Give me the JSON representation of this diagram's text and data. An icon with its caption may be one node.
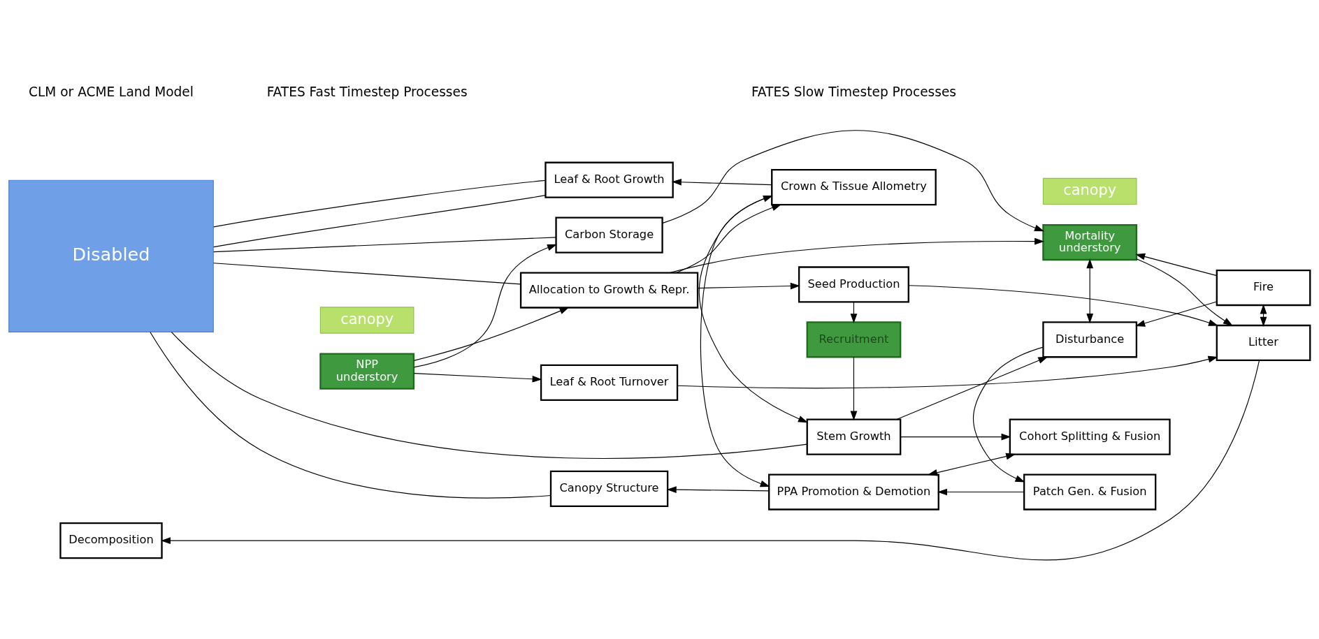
{
  "diagram": {
    "nodes": [
      {
        "text": [
          "Disabled"
        ]
      },
      {
        "text": [
          "Canopy Structure"
        ]
      },
      {
        "text": [
          "Leaf & Root Growth"
        ]
      },
      {
        "text": [
          "Allocation to Growth & Repr."
        ]
      },
      {
        "text": [
          "canopy"
        ]
      },
      {
        "text": [
          "NPP",
          "understory"
        ]
      },
      {
        "text": [
          "Leaf & Root Turnover"
        ]
      },
      {
        "text": [
          "Carbon Storage"
        ]
      },
      {
        "text": [
          "PPA Promotion & Demotion"
        ]
      },
      {
        "text": [
          "Crown & Tissue Allometry"
        ]
      },
      {
        "text": [
          "Stem Growth"
        ]
      },
      {
        "text": [
          "Recruitment"
        ]
      },
      {
        "text": [
          "Seed Production"
        ]
      },
      {
        "text": [
          "Cohort Splitting & Fusion"
        ]
      },
      {
        "text": [
          "Patch Gen. & Fusion"
        ]
      },
      {
        "text": [
          "Disturbance"
        ]
      },
      {
        "text": [
          "canopy"
        ]
      },
      {
        "text": [
          "Mortality",
          "understory"
        ]
      },
      {
        "text": [
          "Fire"
        ]
      },
      {
        "text": [
          "Litter"
        ]
      },
      {
        "text": [
          "Decomposition"
        ]
      }
    ],
    "edges": [
      {
        "from": 0,
        "to": 1,
        "arrow": "none"
      },
      {
        "from": 0,
        "to": 2,
        "arrow": "none"
      },
      {
        "from": 0,
        "to": 2,
        "arrow": "none"
      },
      {
        "from": 0,
        "to": 3,
        "arrow": "none"
      },
      {
        "from": 0,
        "to": 10,
        "arrow": "none"
      },
      {
        "from": 0,
        "to": 7,
        "arrow": "none"
      },
      {
        "from": 5,
        "to": 3,
        "arrow": "to"
      },
      {
        "from": 5,
        "to": 6,
        "arrow": "to"
      },
      {
        "from": 5,
        "to": 7,
        "arrow": "to"
      },
      {
        "from": 8,
        "to": 1,
        "arrow": "to"
      },
      {
        "from": 9,
        "to": 2,
        "arrow": "to"
      },
      {
        "from": 3,
        "to": 9,
        "arrow": "to"
      },
      {
        "from": 8,
        "to": 13,
        "arrow": "both"
      },
      {
        "from": 9,
        "to": 8,
        "arrow": "to"
      },
      {
        "from": 9,
        "to": 10,
        "arrow": "both"
      },
      {
        "from": 10,
        "to": 13,
        "arrow": "to"
      },
      {
        "from": 14,
        "to": 8,
        "arrow": "to"
      },
      {
        "from": 10,
        "to": 15,
        "arrow": "to"
      },
      {
        "from": 15,
        "to": 14,
        "arrow": "to"
      },
      {
        "from": 17,
        "to": 15,
        "arrow": "both"
      },
      {
        "from": 18,
        "to": 15,
        "arrow": "to"
      },
      {
        "from": 18,
        "to": 17,
        "arrow": "to"
      },
      {
        "from": 18,
        "to": 19,
        "arrow": "both"
      },
      {
        "from": 17,
        "to": 19,
        "arrow": "to"
      },
      {
        "from": 11,
        "to": 10,
        "arrow": "to"
      },
      {
        "from": 12,
        "to": 11,
        "arrow": "to"
      },
      {
        "from": 3,
        "to": 12,
        "arrow": "to"
      },
      {
        "from": 3,
        "to": 17,
        "arrow": "to"
      },
      {
        "from": 6,
        "to": 19,
        "arrow": "to"
      },
      {
        "from": 7,
        "to": 17,
        "arrow": "to"
      },
      {
        "from": 12,
        "to": 19,
        "arrow": "to"
      },
      {
        "from": 19,
        "to": 20,
        "arrow": "to"
      }
    ],
    "labels": [
      "CLM or ACME Land Model",
      "FATES Fast Timestep Processes",
      "FATES Slow Timestep Processes"
    ]
  }
}
